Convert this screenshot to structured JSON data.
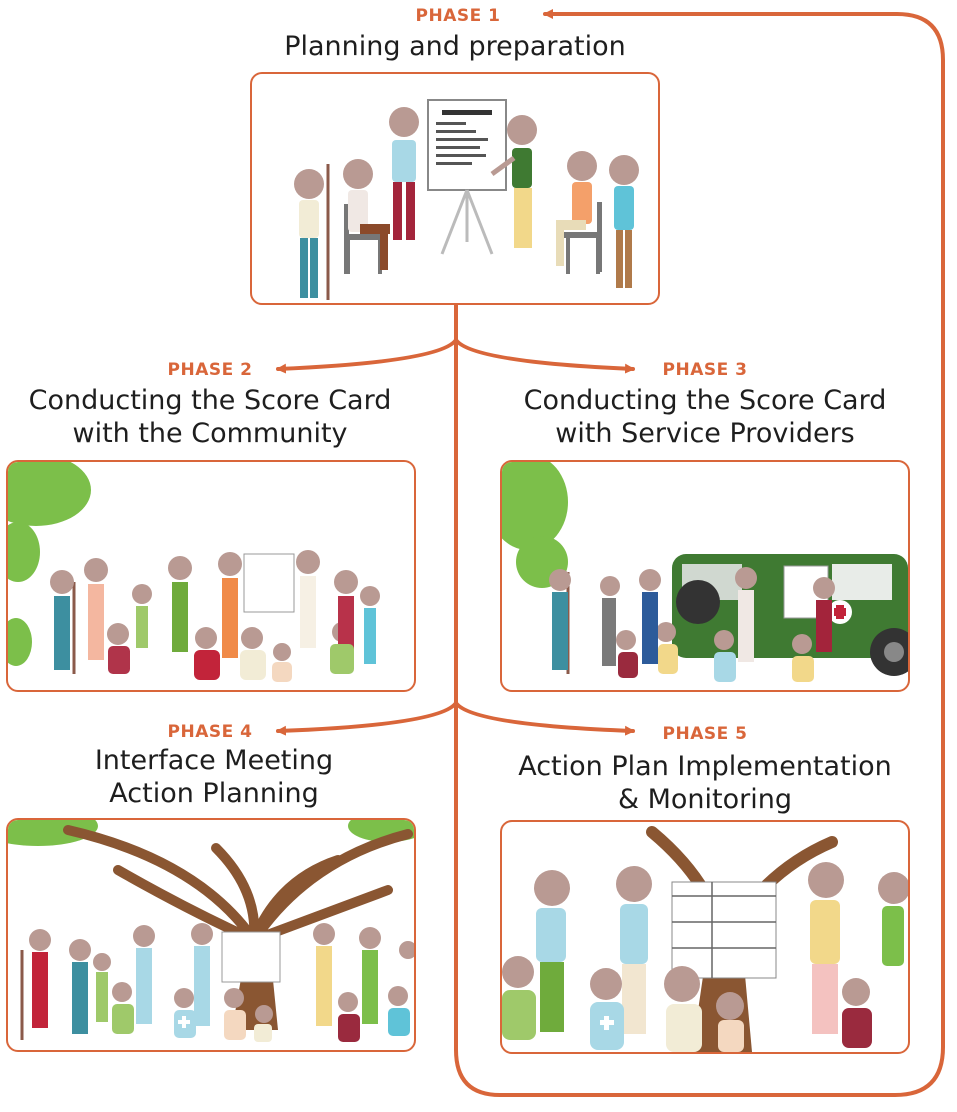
{
  "phases": [
    {
      "label": "PHASE 1",
      "title_lines": [
        "Planning and preparation"
      ]
    },
    {
      "label": "PHASE 2",
      "title_lines": [
        "Conducting the Score Card",
        "with the Community"
      ]
    },
    {
      "label": "PHASE 3",
      "title_lines": [
        "Conducting the Score Card",
        "with Service Providers"
      ]
    },
    {
      "label": "PHASE 4",
      "title_lines": [
        "Interface Meeting",
        "Action Planning"
      ]
    },
    {
      "label": "PHASE 5",
      "title_lines": [
        "Action Plan Implementation",
        "& Monitoring"
      ]
    }
  ],
  "colors": {
    "accent": "#d9663a",
    "title_text": "#1e1e1e",
    "skin": "#b99a93",
    "foliage": "#7cbf4a",
    "trunk": "#8a5632",
    "vehicle": "#3f7a32"
  },
  "icons": [
    "person-icon",
    "chair-icon",
    "flipchart-icon",
    "tree-icon",
    "vehicle-icon",
    "medical-cross-icon"
  ]
}
